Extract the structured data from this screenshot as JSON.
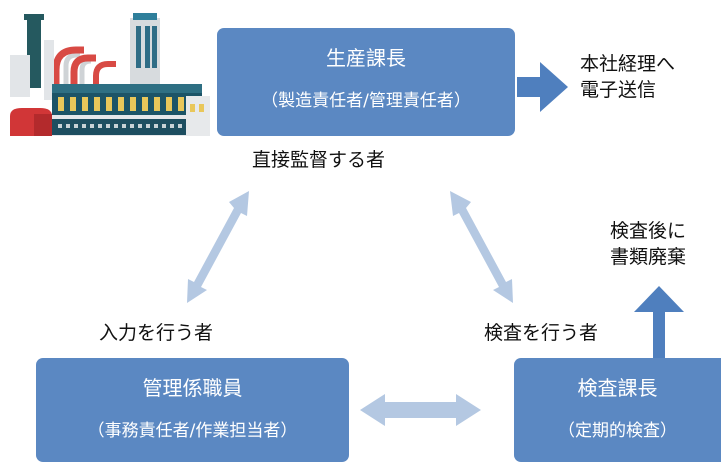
{
  "nodes": {
    "top": {
      "title": "生産課長",
      "subtitle": "（製造責任者/管理責任者）",
      "role": "直接監督する者"
    },
    "left": {
      "title": "管理係職員",
      "subtitle": "（事務責任者/作業担当者）",
      "role": "入力を行う者"
    },
    "right": {
      "title": "検査課長",
      "subtitle": "（定期的検査）",
      "role": "検査を行う者"
    }
  },
  "outputs": {
    "report": [
      "本社経理へ",
      "電子送信"
    ],
    "dispose": [
      "検査後に",
      "書類廃棄"
    ]
  },
  "colors": {
    "box": "#5b88c2",
    "flow_arrow": "#b4c8e2",
    "output_arrow": "#4f7fbe",
    "factory_red": "#d23a3a",
    "factory_teal": "#2e7f9a"
  },
  "icons": [
    "factory-icon"
  ]
}
